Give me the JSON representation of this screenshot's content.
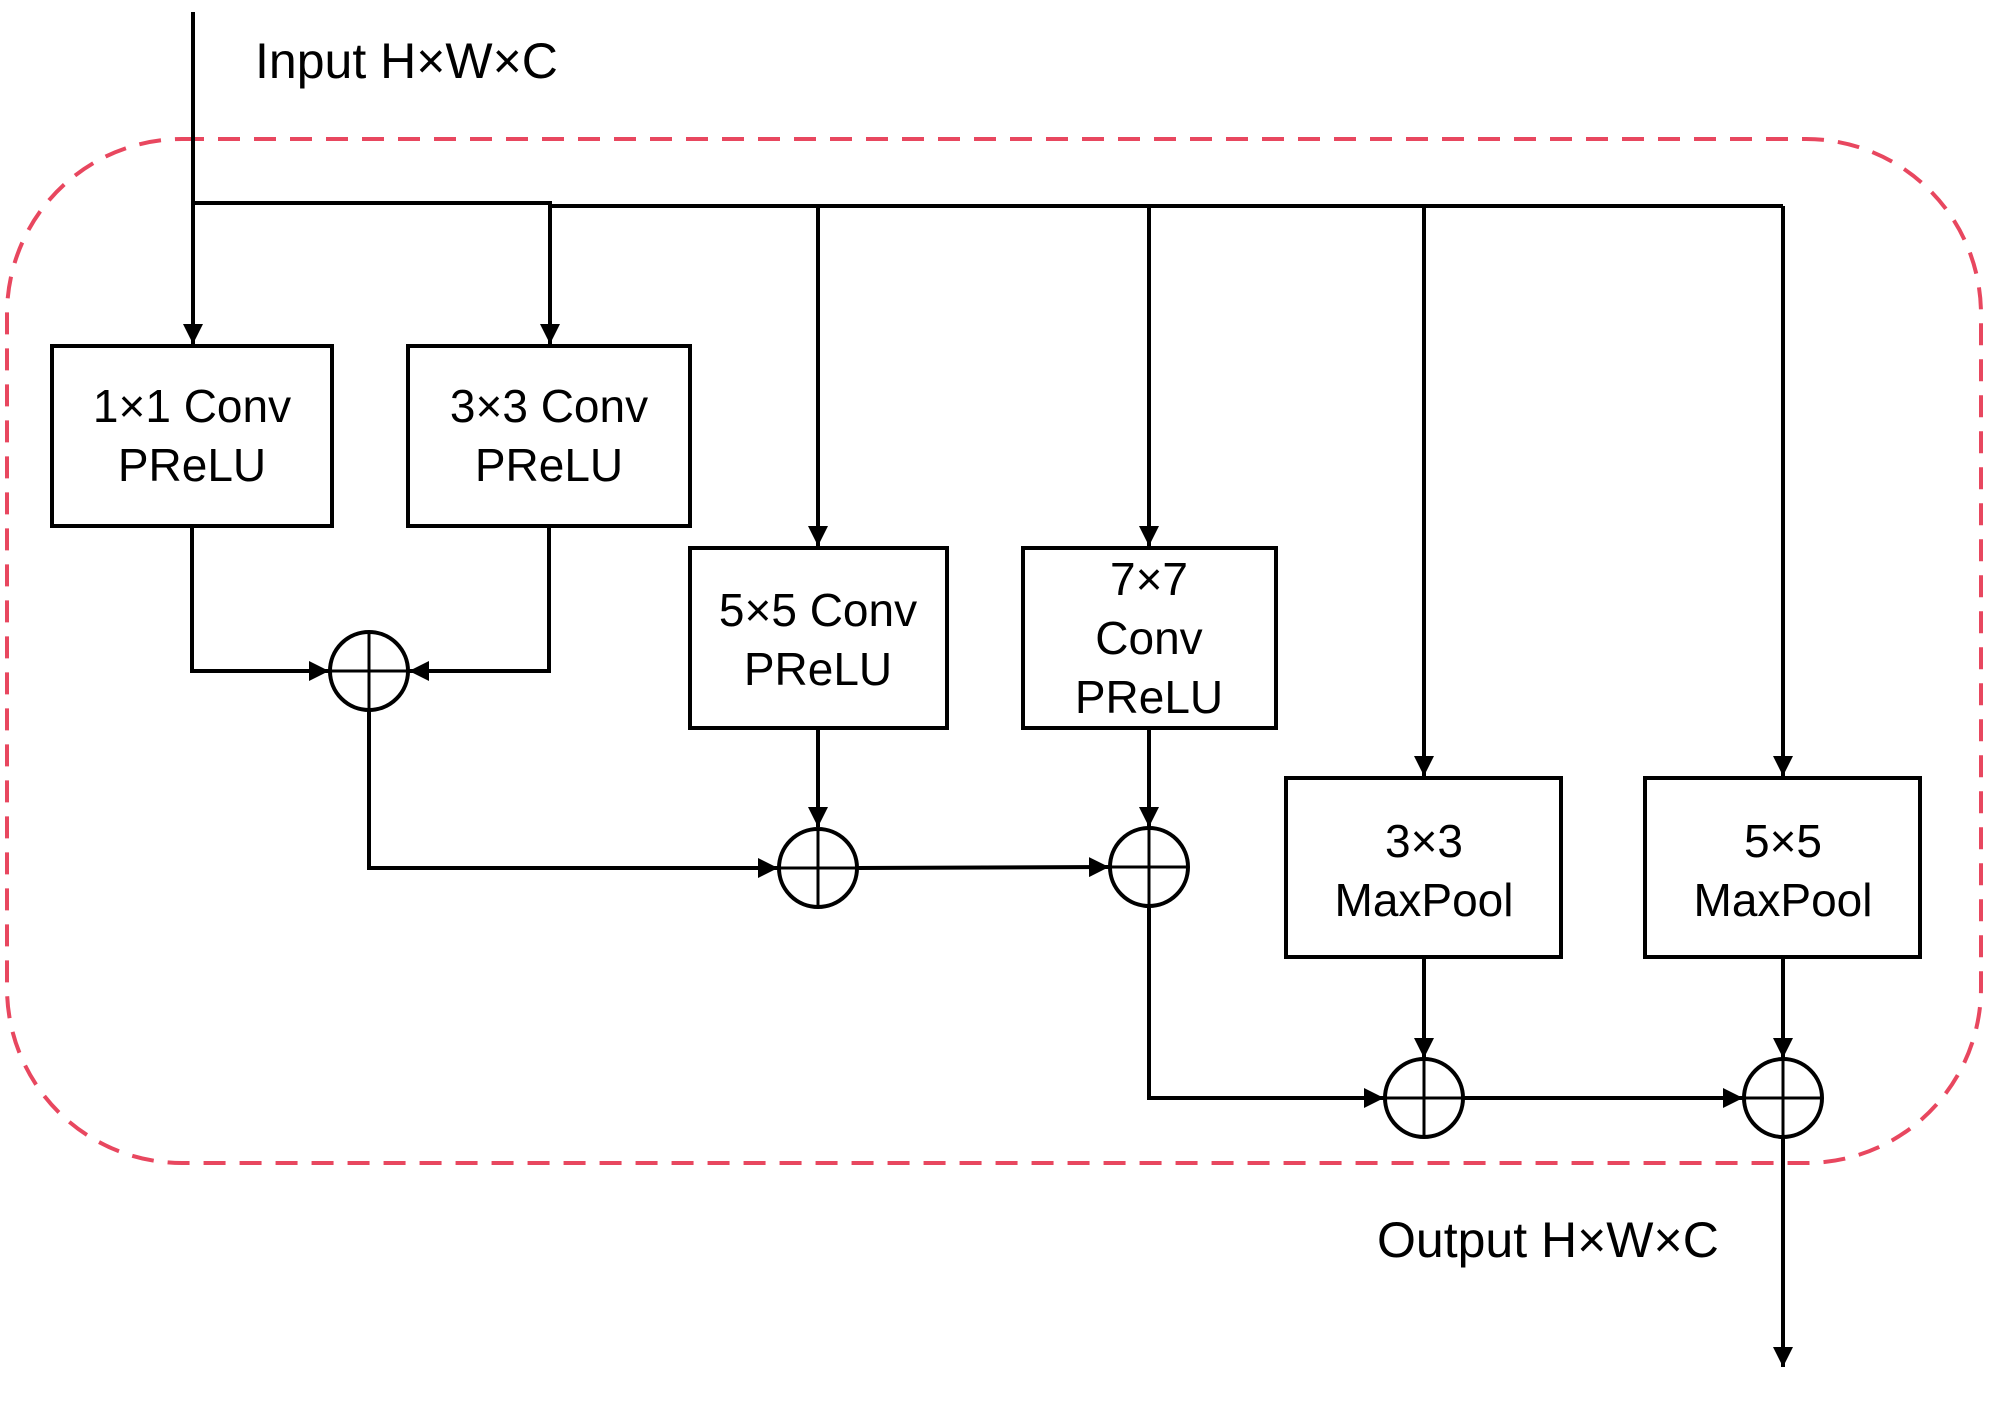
{
  "diagram": {
    "input_label": "Input H×W×C",
    "output_label": "Output H×W×C",
    "boundary_color": "#E8475F",
    "line_color": "#000000",
    "nodes": [
      {
        "id": "conv1",
        "lines": [
          "1×1 Conv",
          "PReLU"
        ]
      },
      {
        "id": "conv3",
        "lines": [
          "3×3 Conv",
          "PReLU"
        ]
      },
      {
        "id": "conv5",
        "lines": [
          "5×5 Conv",
          "PReLU"
        ]
      },
      {
        "id": "conv7",
        "lines": [
          "7×7",
          "Conv",
          "PReLU"
        ]
      },
      {
        "id": "maxpool3",
        "lines": [
          "3×3",
          "MaxPool"
        ]
      },
      {
        "id": "maxpool5",
        "lines": [
          "5×5",
          "MaxPool"
        ]
      }
    ],
    "sum_nodes": [
      {
        "id": "sum1",
        "inputs": [
          "conv1",
          "conv3"
        ]
      },
      {
        "id": "sum2",
        "inputs": [
          "sum1",
          "conv5"
        ]
      },
      {
        "id": "sum3",
        "inputs": [
          "sum2",
          "conv7"
        ]
      },
      {
        "id": "sum4",
        "inputs": [
          "sum3",
          "maxpool3"
        ]
      },
      {
        "id": "sum5",
        "inputs": [
          "sum4",
          "maxpool5"
        ]
      }
    ],
    "edges": [
      [
        "input",
        "conv1"
      ],
      [
        "input",
        "conv3"
      ],
      [
        "input",
        "conv5"
      ],
      [
        "input",
        "conv7"
      ],
      [
        "input",
        "maxpool3"
      ],
      [
        "input",
        "maxpool5"
      ],
      [
        "conv1",
        "sum1"
      ],
      [
        "conv3",
        "sum1"
      ],
      [
        "sum1",
        "sum2"
      ],
      [
        "conv5",
        "sum2"
      ],
      [
        "sum2",
        "sum3"
      ],
      [
        "conv7",
        "sum3"
      ],
      [
        "sum3",
        "sum4"
      ],
      [
        "maxpool3",
        "sum4"
      ],
      [
        "sum4",
        "sum5"
      ],
      [
        "maxpool5",
        "sum5"
      ],
      [
        "sum5",
        "output"
      ]
    ]
  }
}
